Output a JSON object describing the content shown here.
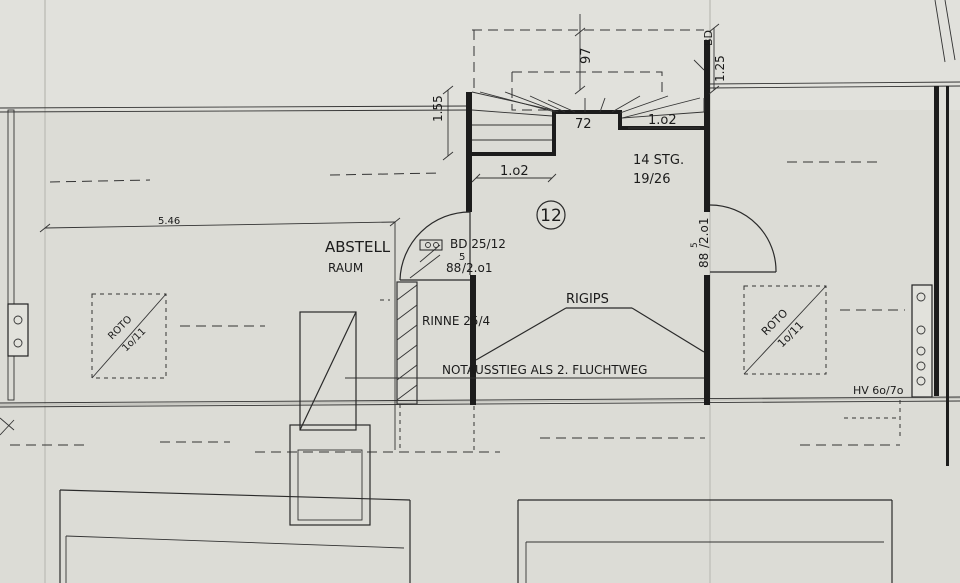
{
  "room": {
    "number": "12",
    "name_line1": "ABSTELL",
    "name_line2": "RAUM"
  },
  "dimensions": {
    "stair_width": "97",
    "stair_depth_left": "1.55",
    "stair_depth_right": "1.25",
    "opening_width": "72",
    "landing_left": "1.o2",
    "landing_right": "1.o2",
    "wall_length": "5.46",
    "door_left_sup": "5",
    "door_left_base": "88",
    "door_left_rest": "/2.o1",
    "door_right": "88",
    "door_right_sup": "5",
    "door_right_rest": "/2.o1",
    "bd_top": "BD",
    "hv": "HV 6o/7o"
  },
  "stair": {
    "steps": "14 STG.",
    "ratio": "19/26"
  },
  "annotations": {
    "bd": "BD 25/12",
    "rinne": "RINNE 25/4",
    "rigips": "RIGIPS",
    "escape": "NOTAUSSTIEG ALS 2. FLUCHTWEG"
  },
  "windows": {
    "left_name": "ROTO",
    "left_size": "1o/11",
    "right_name": "ROTO",
    "right_size": "1o/11"
  },
  "colors": {
    "paper": "#dcdcd6",
    "ink": "#1c1c1c"
  }
}
